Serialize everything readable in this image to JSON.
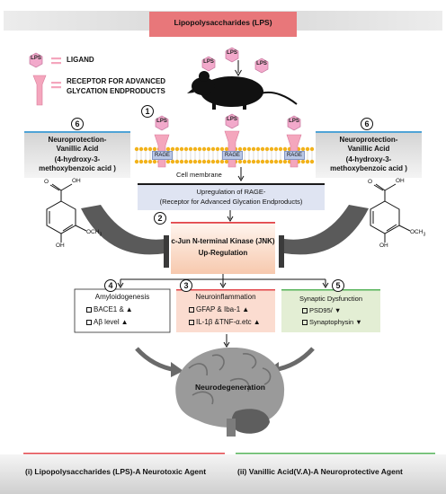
{
  "header": {
    "title": "Lipopolysaccharides (LPS)"
  },
  "legend": {
    "ligand_label": "LIGAND",
    "ligand_icon_text": "LPS",
    "receptor_label_line1": "RECEPTOR FOR ADVANCED",
    "receptor_label_line2": "GLYCATION ENDPRODUCTS"
  },
  "lps_tag": "LPS",
  "steps": [
    "1",
    "2",
    "3",
    "4",
    "5",
    "6"
  ],
  "membrane": {
    "label": "Cell membrane",
    "rage_label": "RAGE"
  },
  "rage_box": {
    "line1": "Upregulation of RAGE-",
    "line2": "(Receptor for Advanced Glycation Endproducts)"
  },
  "jnk_box": {
    "line1": "c-Jun N-terminal Kinase (JNK)",
    "line2": "Up-Regulation"
  },
  "vanillic": {
    "line1": "Neuroprotection-",
    "line2": "Vanillic Acid",
    "line3": "(4-hydroxy-3-",
    "line4": "methoxybenzoic acid )"
  },
  "molecule": {
    "oh_top": "OH",
    "o": "O",
    "och3": "OCH",
    "och3_sub": "3",
    "oh_bottom": "OH"
  },
  "amyloid_box": {
    "title": "Amyloidogenesis",
    "item1": "BACE1 &",
    "item2": "Aβ level"
  },
  "inflam_box": {
    "title": "Neuroinflammation",
    "item1": "GFAP & Iba-1",
    "item2": "IL-1β &TNF-α.etc"
  },
  "synaptic_box": {
    "title": "Synaptic Dysfunction",
    "item1": "PSD95/",
    "item2": "Synaptophysin"
  },
  "brain": {
    "label": "Neurodegeneration"
  },
  "footer": {
    "left": "(i) Lipopolysaccharides (LPS)-A Neurotoxic Agent",
    "right": "(ii) Vanillic Acid(V.A)-A Neuroprotective Agent"
  },
  "colors": {
    "title_bg": "#e8777a",
    "banner_bg": "#d9d9d9",
    "lps_fill": "#f2a9cb",
    "receptor_fill": "#f4a6bd",
    "rage_box_bg": "#dfe4f2",
    "jnk_box_bg": "#fbd9c4",
    "inflam_bg": "#fbdcd0",
    "synaptic_bg": "#e3eed4",
    "footer_left_line": "#e2454a",
    "footer_right_line": "#56b35a",
    "panel_line": "#4fa3d6",
    "arc": "#5a5a5a"
  }
}
